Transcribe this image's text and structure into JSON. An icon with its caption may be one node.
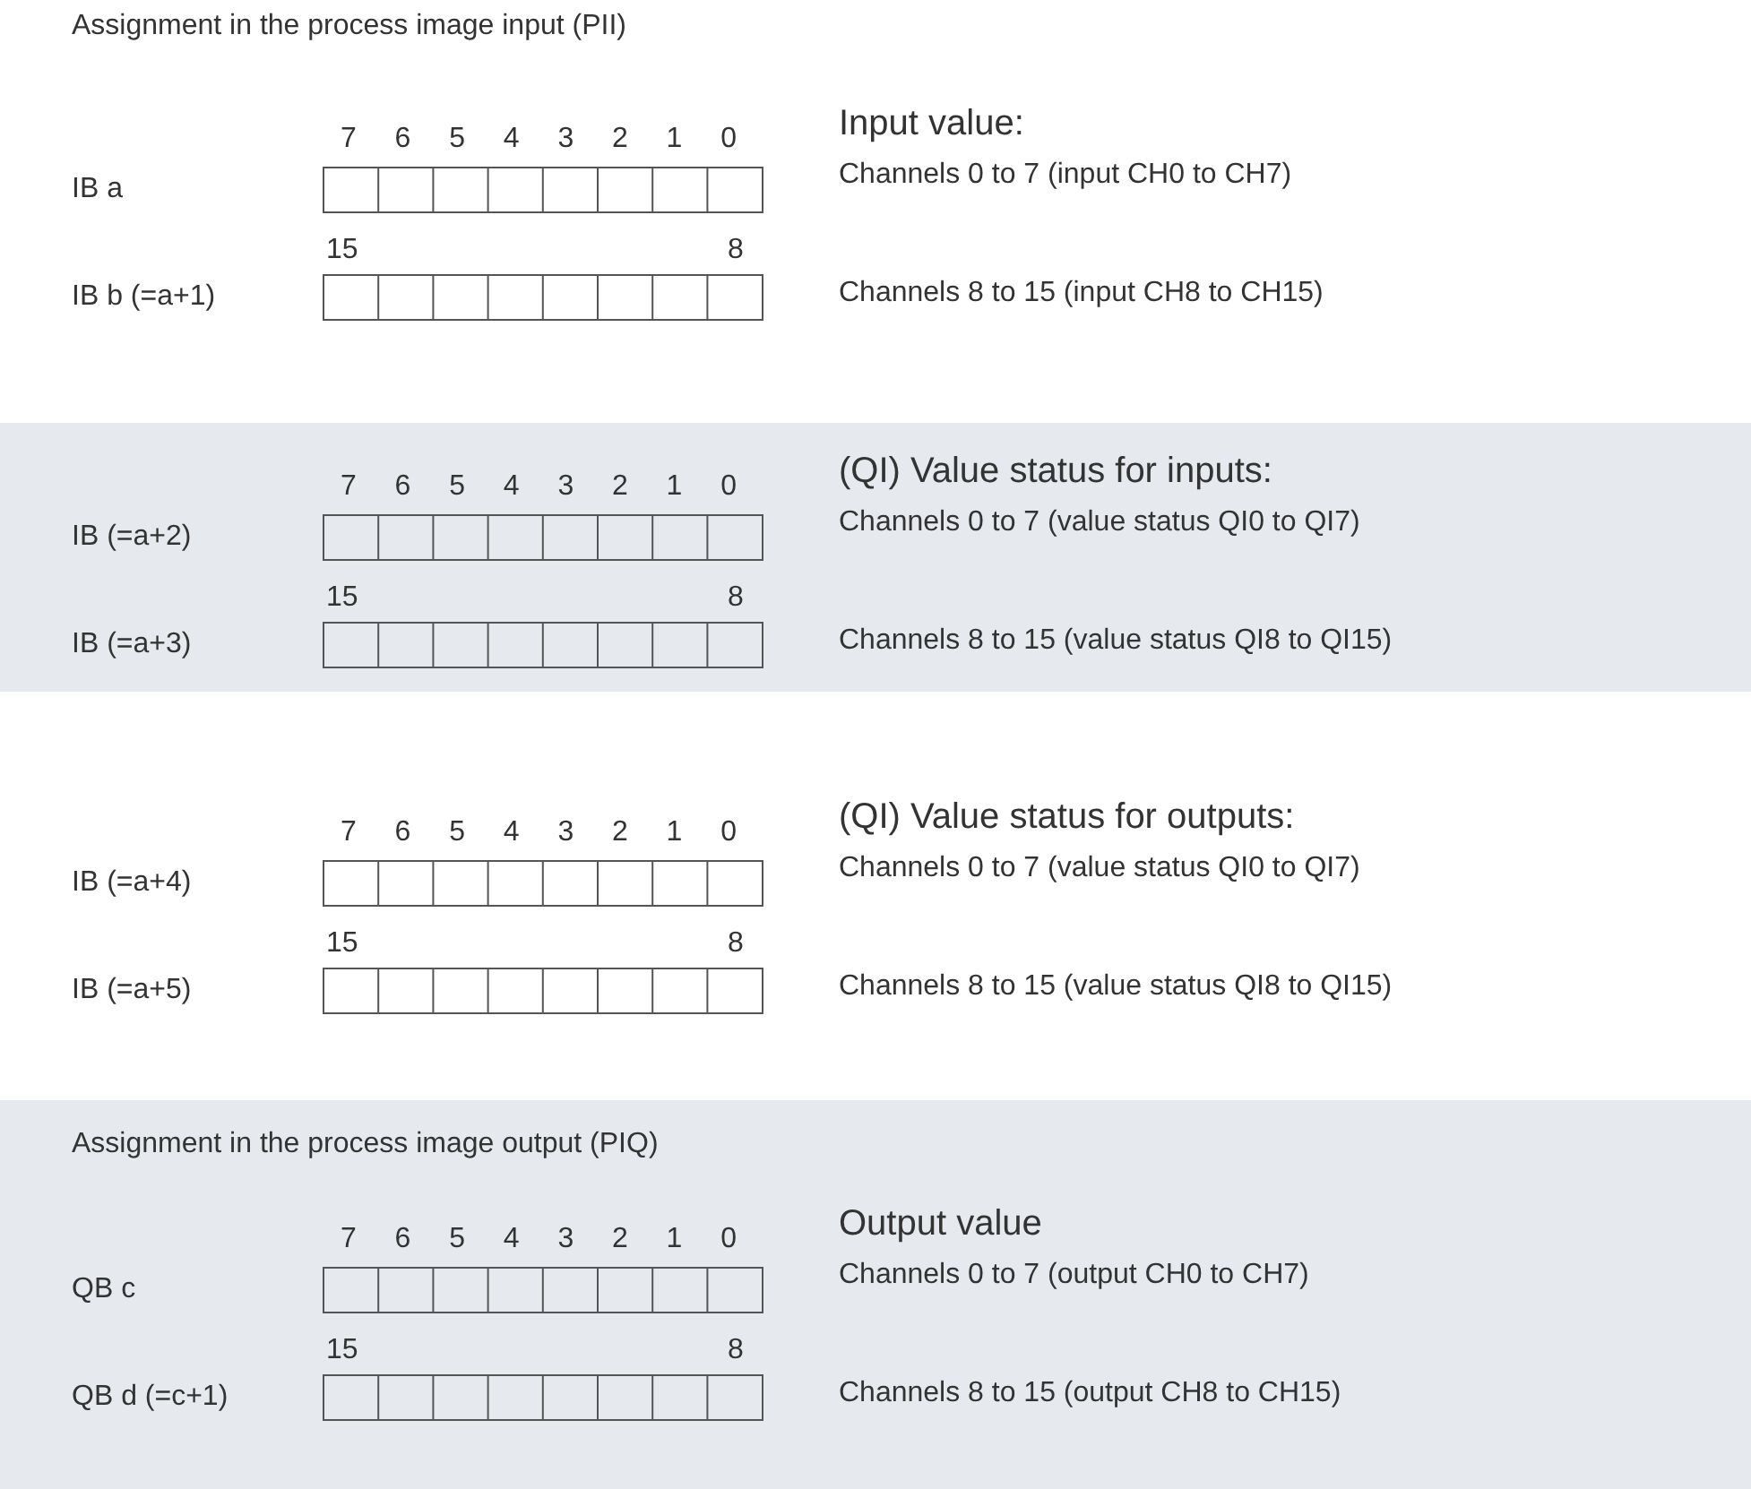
{
  "diagram": {
    "nodes": [
      {
        "text": [
          "7",
          "6",
          "5",
          "4",
          "3",
          "2",
          "1",
          "0",
          "(QI) Value status for inputs:",
          "IB (=a+2)",
          "Channels 0 to 7 (value status QI0 to QI7)",
          "15",
          "8",
          "IB (=a+3)",
          "Channels 8 to 15 (value status QI8 to QI15)"
        ]
      },
      {
        "text": [
          "Assignment in the process image output (PIQ)",
          "7",
          "6",
          "5",
          "4",
          "3",
          "2",
          "1",
          "0",
          "Output value",
          "QB c",
          "Channels 0 to 7 (output CH0 to CH7)",
          "15",
          "8",
          "QB d (=c+1)",
          "Channels 8 to 15 (output CH8 to CH15)"
        ]
      }
    ],
    "labels": [
      "Assignment in the process image input (PII)",
      "7",
      "6",
      "5",
      "4",
      "3",
      "2",
      "1",
      "0",
      "Input value:",
      "IB a",
      "Channels 0 to 7 (input CH0 to CH7)",
      "15",
      "8",
      "IB b (=a+1)",
      "Channels 8 to 15 (input CH8 to CH15)",
      "7",
      "6",
      "5",
      "4",
      "3",
      "2",
      "1",
      "0",
      "(QI) Value status for outputs:",
      "IB (=a+4)",
      "Channels 0 to 7 (value status QI0 to QI7)",
      "15",
      "8",
      "IB (=a+5)",
      "Channels 8 to 15 (value status QI8 to QI15)"
    ]
  }
}
